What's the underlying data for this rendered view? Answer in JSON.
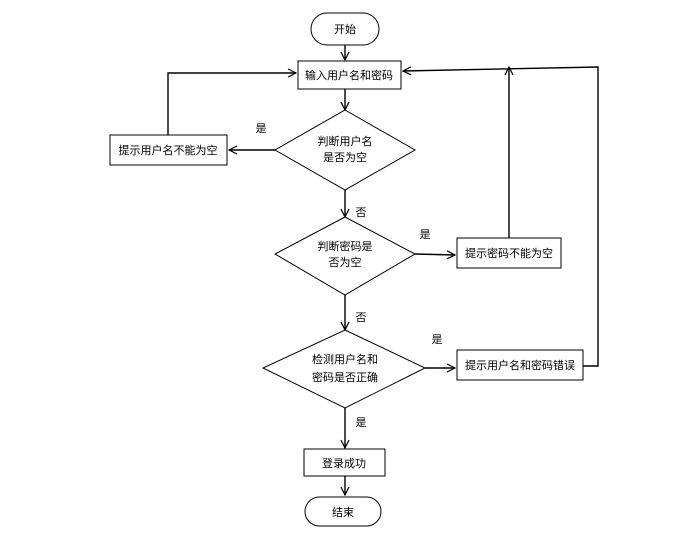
{
  "nodes": {
    "start": "开始",
    "input": "输入用户名和密码",
    "check_user": [
      "判断用户名",
      "是否为空"
    ],
    "hint_user": "提示用户名不能为空",
    "check_pwd": [
      "判断密码是",
      "否为空"
    ],
    "hint_pwd": "提示密码不能为空",
    "verify": [
      "检测用户名和",
      "密码是否正确"
    ],
    "hint_error": "提示用户名和密码错误",
    "success": "登录成功",
    "end": "结束"
  },
  "edges": {
    "user_yes": "是",
    "user_no": "否",
    "pwd_yes": "是",
    "pwd_no": "否",
    "verify_yes_error": "是",
    "verify_yes_success": "是"
  }
}
